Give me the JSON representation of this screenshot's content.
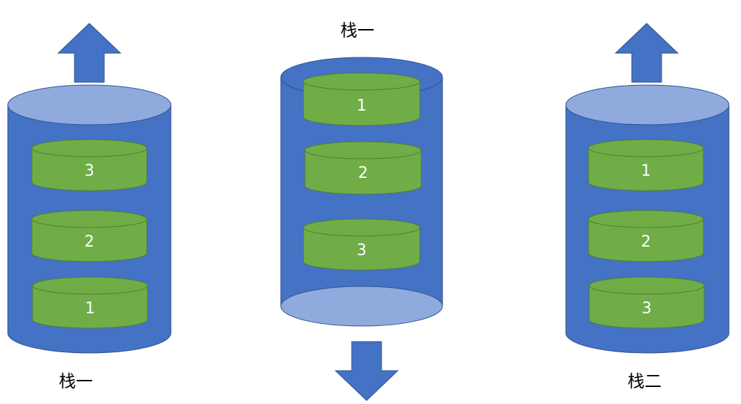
{
  "colors": {
    "cylinder_body": "#4472C4",
    "cylinder_top": "#8FAADC",
    "disk_fill": "#70AD47",
    "disk_stroke": "#507E32",
    "cylinder_stroke": "#2F528F",
    "arrow": "#4472C4",
    "caption_text": "#000000",
    "disk_text": "#FFFFFF"
  },
  "icons": {
    "left_arrow": "arrow-up-icon",
    "middle_arrow": "arrow-down-icon",
    "right_arrow": "arrow-up-icon"
  },
  "stacks": [
    {
      "id": "left",
      "caption": "栈一",
      "items": [
        "3",
        "2",
        "1"
      ]
    },
    {
      "id": "middle",
      "caption": "栈一",
      "items": [
        "1",
        "2",
        "3"
      ]
    },
    {
      "id": "right",
      "caption": "栈二",
      "items": [
        "1",
        "2",
        "3"
      ]
    }
  ]
}
